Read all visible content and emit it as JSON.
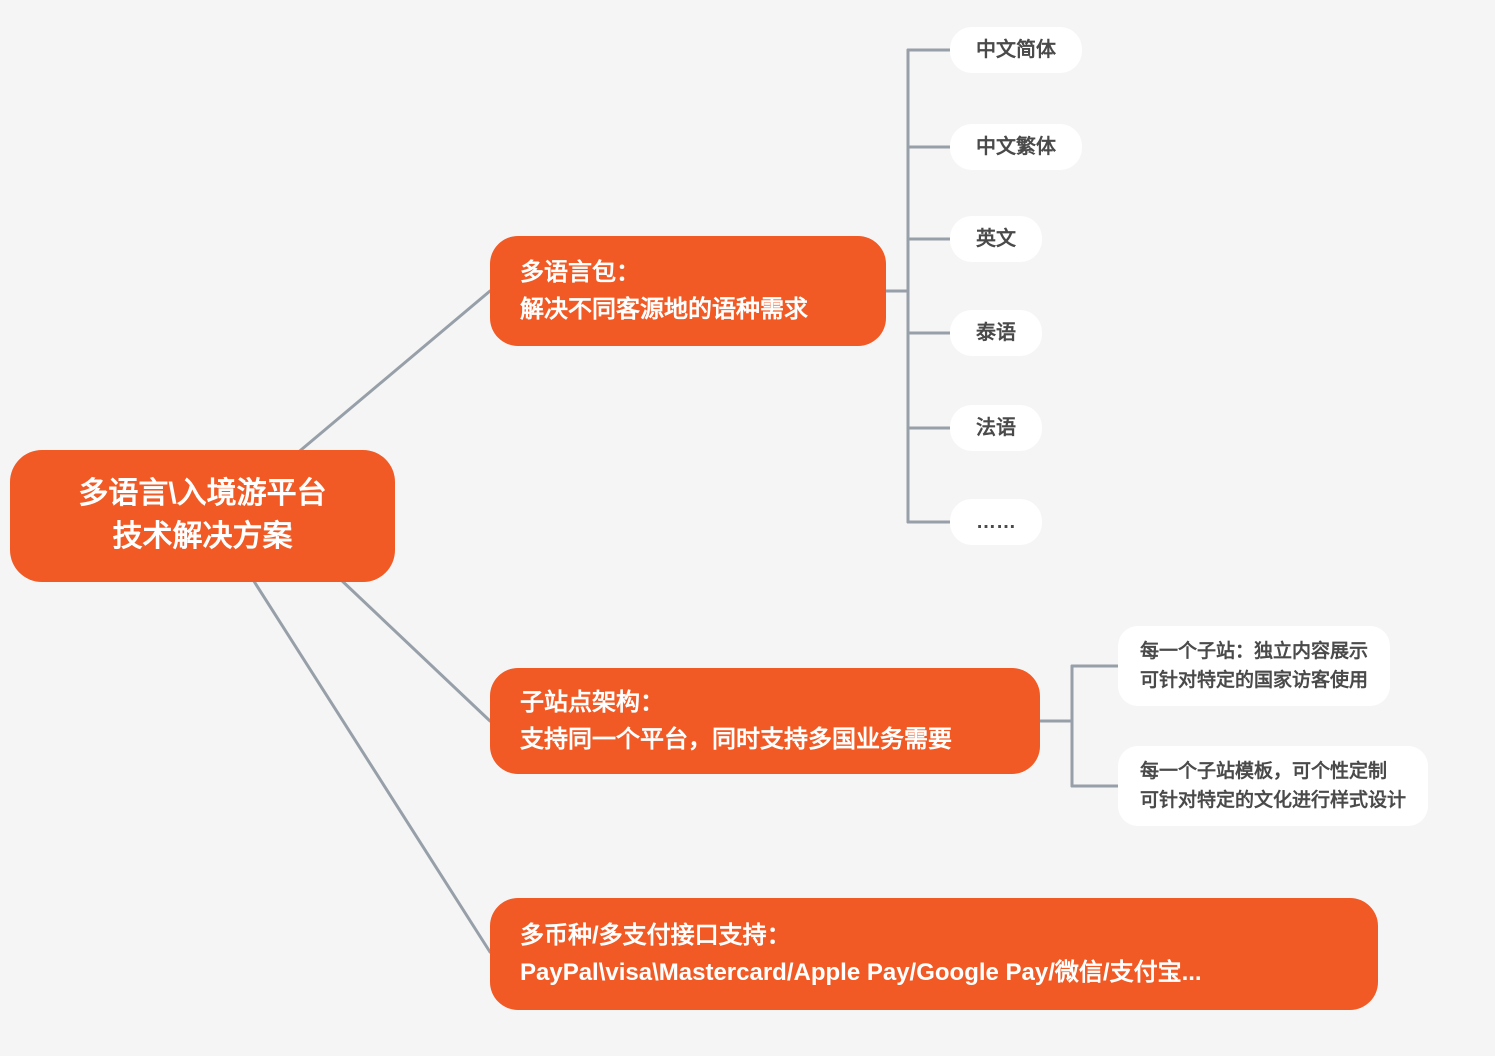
{
  "colors": {
    "background": "#f5f5f6",
    "accent_orange": "#f15a24",
    "connector_gray": "#97a0a8",
    "child_text": "#4a4a4a",
    "node_text": "#ffffff"
  },
  "root": {
    "line1": "多语言\\入境游平台",
    "line2": "技术解决方案"
  },
  "branches": [
    {
      "label_line1": "多语言包：",
      "label_line2": "解决不同客源地的语种需求",
      "children": [
        {
          "label": "中文简体"
        },
        {
          "label": "中文繁体"
        },
        {
          "label": "英文"
        },
        {
          "label": "泰语"
        },
        {
          "label": "法语"
        },
        {
          "label": "……"
        }
      ]
    },
    {
      "label_line1": "子站点架构：",
      "label_line2": "支持同一个平台，同时支持多国业务需要",
      "children": [
        {
          "line1": "每一个子站：独立内容展示",
          "line2": "可针对特定的国家访客使用"
        },
        {
          "line1": "每一个子站模板，可个性定制",
          "line2": "可针对特定的文化进行样式设计"
        }
      ]
    },
    {
      "label_line1": "多币种/多支付接口支持：",
      "label_line2": "PayPal\\visa\\Mastercard/Apple Pay/Google Pay/微信/支付宝..."
    }
  ]
}
